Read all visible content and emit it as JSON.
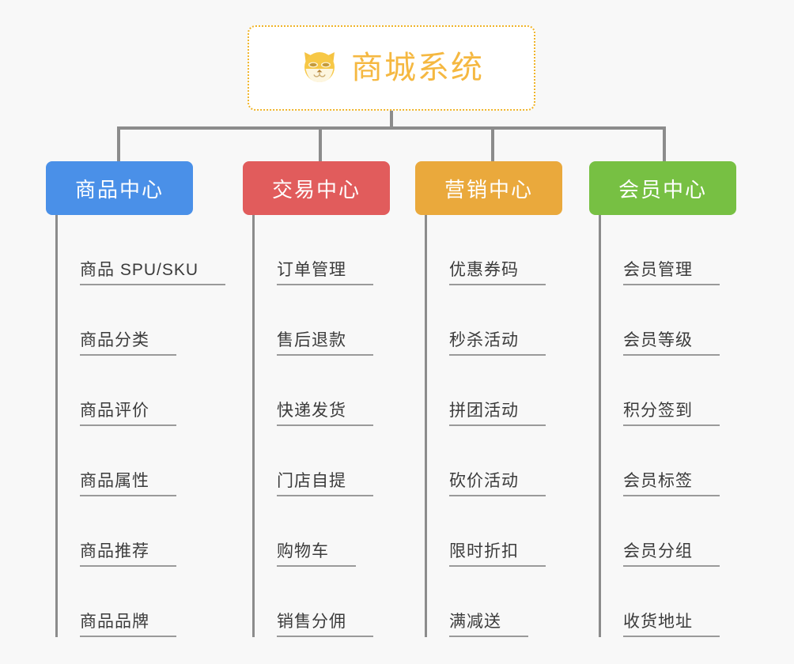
{
  "diagram": {
    "type": "org-tree",
    "background_color": "#f8f8f8",
    "root": {
      "title": "商城系统",
      "icon": "shiba-dog-icon",
      "title_color": "#f5b841",
      "border_color": "#f0b429",
      "background_color": "#ffffff"
    },
    "connector_color": "#8c8c8c",
    "columns": [
      {
        "label": "商品中心",
        "color": "#4a90e8",
        "name": "product-center",
        "items": [
          "商品 SPU/SKU",
          "商品分类",
          "商品评价",
          "商品属性",
          "商品推荐",
          "商品品牌"
        ]
      },
      {
        "label": "交易中心",
        "color": "#e15c5c",
        "name": "trade-center",
        "items": [
          "订单管理",
          "售后退款",
          "快递发货",
          "门店自提",
          "购物车",
          "销售分佣"
        ]
      },
      {
        "label": "营销中心",
        "color": "#eaa93c",
        "name": "marketing-center",
        "items": [
          "优惠券码",
          "秒杀活动",
          "拼团活动",
          "砍价活动",
          "限时折扣",
          "满减送"
        ]
      },
      {
        "label": "会员中心",
        "color": "#77c043",
        "name": "member-center",
        "items": [
          "会员管理",
          "会员等级",
          "积分签到",
          "会员标签",
          "会员分组",
          "收货地址"
        ]
      }
    ]
  }
}
